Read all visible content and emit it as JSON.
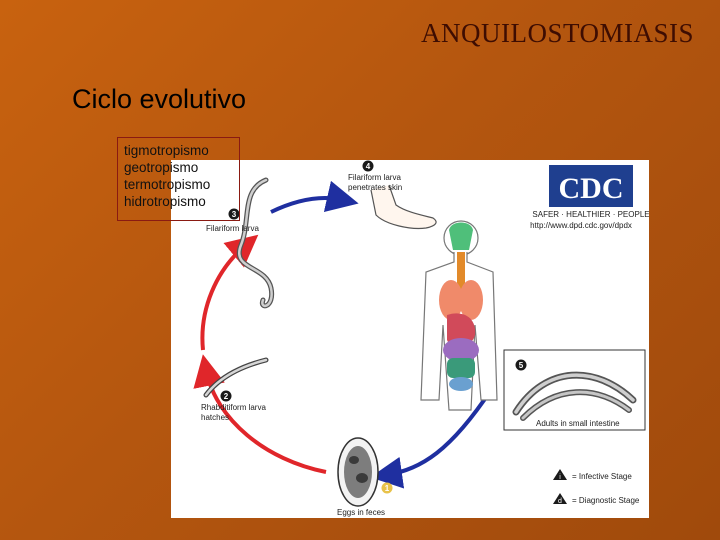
{
  "slide": {
    "title": "ANQUILOSTOMIASIS",
    "subtitle": "Ciclo evolutivo",
    "terms": [
      "tigmotropismo",
      "geotropismo",
      "termotropismo",
      "hidrotropismo"
    ]
  },
  "figure": {
    "logo_text": "CDC",
    "logo_tagline": "SAFER · HEALTHIER · PEOPLE",
    "url": "http://www.dpd.cdc.gov/dpdx",
    "stages": [
      {
        "number": "1",
        "lines": []
      },
      {
        "number": "2",
        "lines": [
          "Rhabditiform larva",
          "hatches"
        ]
      },
      {
        "number": "3",
        "lines": [
          "Filariform larva"
        ]
      },
      {
        "number": "4",
        "lines": [
          "Filariform larva",
          "penetrates skin"
        ]
      },
      {
        "number": "5",
        "lines": [
          "Adults in small intestine"
        ]
      }
    ],
    "eggs_label": "Eggs in feces",
    "legend": [
      {
        "symbol": "i",
        "label": "= Infective Stage"
      },
      {
        "symbol": "d",
        "label": "= Diagnostic Stage"
      }
    ]
  },
  "colors": {
    "background": "#b4560f",
    "title": "#3e0d02",
    "box_border": "#8a1a12",
    "arrow_red": "#e0262a",
    "arrow_blue": "#1f2fa0",
    "stage_badge": "#1a1a1a",
    "egg_badge": "#e8c24a"
  }
}
